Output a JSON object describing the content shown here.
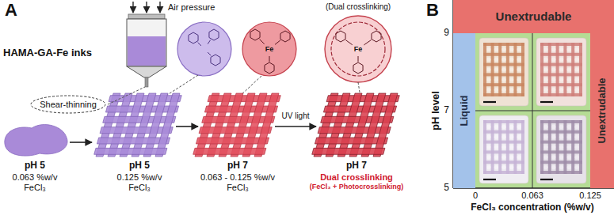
{
  "diagram": {
    "nodes": [
      {
        "text": [
          "Shear-thinning"
        ]
      },
      {
        "text": [
          "Unextrudable"
        ]
      },
      {
        "text": [
          "Liquid"
        ]
      },
      {
        "text": [
          "Unextrudable"
        ]
      }
    ],
    "labels": [
      "A",
      "Air pressure",
      "HAMA-GA-Fe inks",
      "(Dual crosslinking)",
      "Fe",
      "Fe",
      "UV light",
      "pH 5",
      "0.063 %w/v FeCl₃",
      "pH 5",
      "0.125 %w/v FeCl₃",
      "pH 7",
      "0.063 - 0.125 %w/v FeCl₃",
      "pH 7",
      "Dual crosslinking",
      "(FeCl₃ + Photocrosslinking)",
      "B",
      "pH level",
      "9",
      "7",
      "5",
      "0",
      "0.063",
      "0.125",
      "FeCl₃ concentration (%w/v)"
    ]
  }
}
